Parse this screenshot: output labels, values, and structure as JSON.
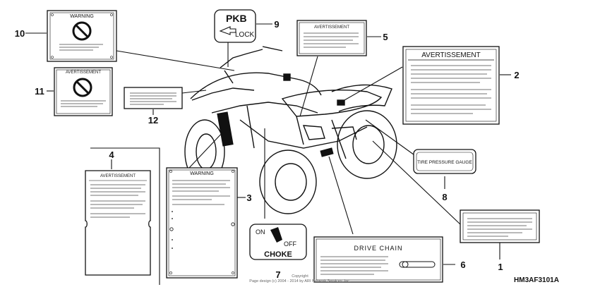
{
  "parts": [
    {
      "num": "1"
    },
    {
      "num": "2"
    },
    {
      "num": "3"
    },
    {
      "num": "4"
    },
    {
      "num": "5"
    },
    {
      "num": "6"
    },
    {
      "num": "7"
    },
    {
      "num": "8"
    },
    {
      "num": "9"
    },
    {
      "num": "10"
    },
    {
      "num": "11"
    },
    {
      "num": "12"
    }
  ],
  "labels": {
    "warning": "WARNING",
    "avertissement": "AVERTISSEMENT",
    "avertissement_2": "AVERTISSEMENT",
    "pkb": "PKB",
    "lock": "LOCK",
    "tire_gauge": "TIRE PRESSURE GAUGE",
    "drive_chain": "DRIVE CHAIN",
    "on": "ON",
    "off": "OFF",
    "choke": "CHOKE"
  },
  "copyright": {
    "line1": "Copyright",
    "line2": "Page design (c) 2004 - 2014 by ARI Network Services, Inc."
  },
  "diagram_code": "HM3AF3101A"
}
